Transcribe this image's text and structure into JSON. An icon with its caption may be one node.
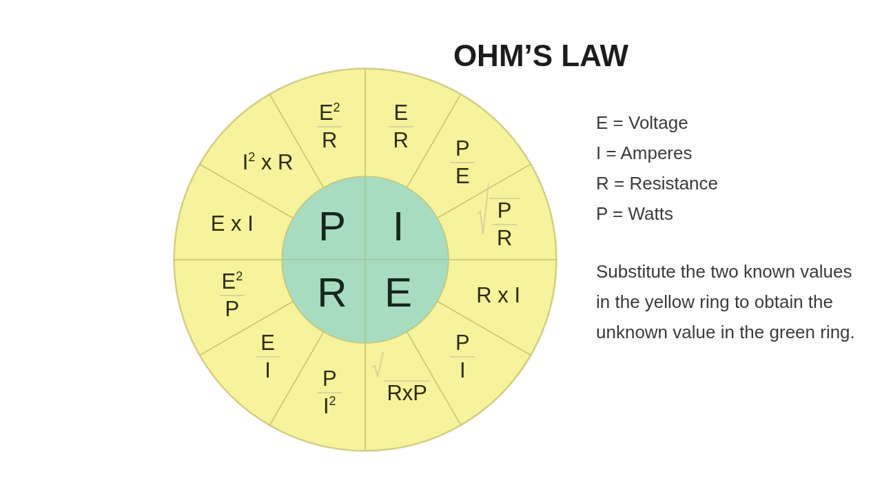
{
  "diagram": {
    "title": "OHM’S LAW",
    "nodes": [
      {
        "text": [
          "P"
        ]
      },
      {
        "text": [
          "I"
        ]
      },
      {
        "text": [
          "R"
        ]
      },
      {
        "text": [
          "E"
        ]
      },
      {
        "text": [
          "E",
          "R"
        ]
      },
      {
        "text": [
          "P",
          "E"
        ]
      },
      {
        "text": [
          "P",
          "R"
        ]
      },
      {
        "text": [
          "R x I"
        ]
      },
      {
        "text": [
          "P",
          "I"
        ]
      },
      {
        "text": [
          "RxP"
        ]
      },
      {
        "text": [
          "P",
          "I$^{2}$"
        ]
      },
      {
        "text": [
          "E",
          "I"
        ]
      },
      {
        "text": [
          "E$^{2}$",
          "P"
        ]
      },
      {
        "text": [
          "E x I"
        ]
      },
      {
        "text": [
          "I$^{2}$ x R"
        ]
      },
      {
        "text": [
          "E$^{2}$",
          "R"
        ]
      }
    ],
    "labels": [
      "E = Voltage",
      "I = Amperes",
      "R = Resistance",
      "P = Watts",
      "Substitute the two known values in the yellow ring to obtain the unknown value in the green ring."
    ]
  }
}
